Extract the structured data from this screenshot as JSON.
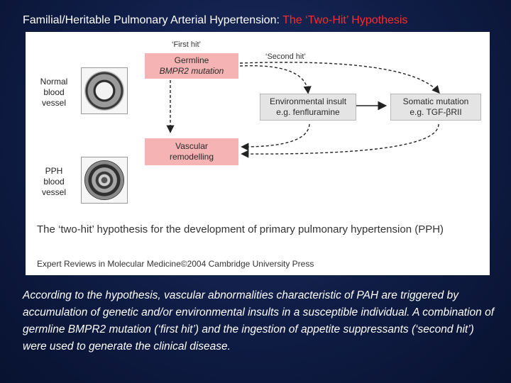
{
  "slide": {
    "title_main": "Familial/Heritable Pulmonary Arterial Hypertension: ",
    "title_accent": "The ‘Two-Hit’ Hypothesis",
    "accent_color": "#ff2a2a",
    "body_text": "According to the hypothesis, vascular abnormalities characteristic of PAH are triggered by accumulation of genetic and/or environmental insults in a susceptible individual. A combination of germline BMPR2 mutation (‘first hit’) and the ingestion of appetite suppressants (‘second hit’) were used to generate the clinical disease."
  },
  "figure": {
    "normal_vessel_label": "Normal blood vessel",
    "pph_vessel_label": "PPH blood vessel",
    "first_hit_label": "‘First hit’",
    "second_hit_label": "‘Second hit’",
    "germline_box": {
      "line1": "Germline",
      "line2": "BMPR2 mutation"
    },
    "environmental_box": {
      "line1": "Environmental insult",
      "line2": "e.g. fenfluramine"
    },
    "somatic_box": {
      "line1": "Somatic mutation",
      "line2": "e.g. TGF-βRII"
    },
    "remodelling_box": {
      "line1": "Vascular",
      "line2": "remodelling"
    },
    "caption": "The ‘two-hit’ hypothesis for the development of primary pulmonary hypertension (PPH)",
    "credit": "Expert Reviews in Molecular Medicine©2004 Cambridge University Press",
    "box_red_color": "#f5b3b3",
    "box_grey_color": "#e4e4e4"
  }
}
